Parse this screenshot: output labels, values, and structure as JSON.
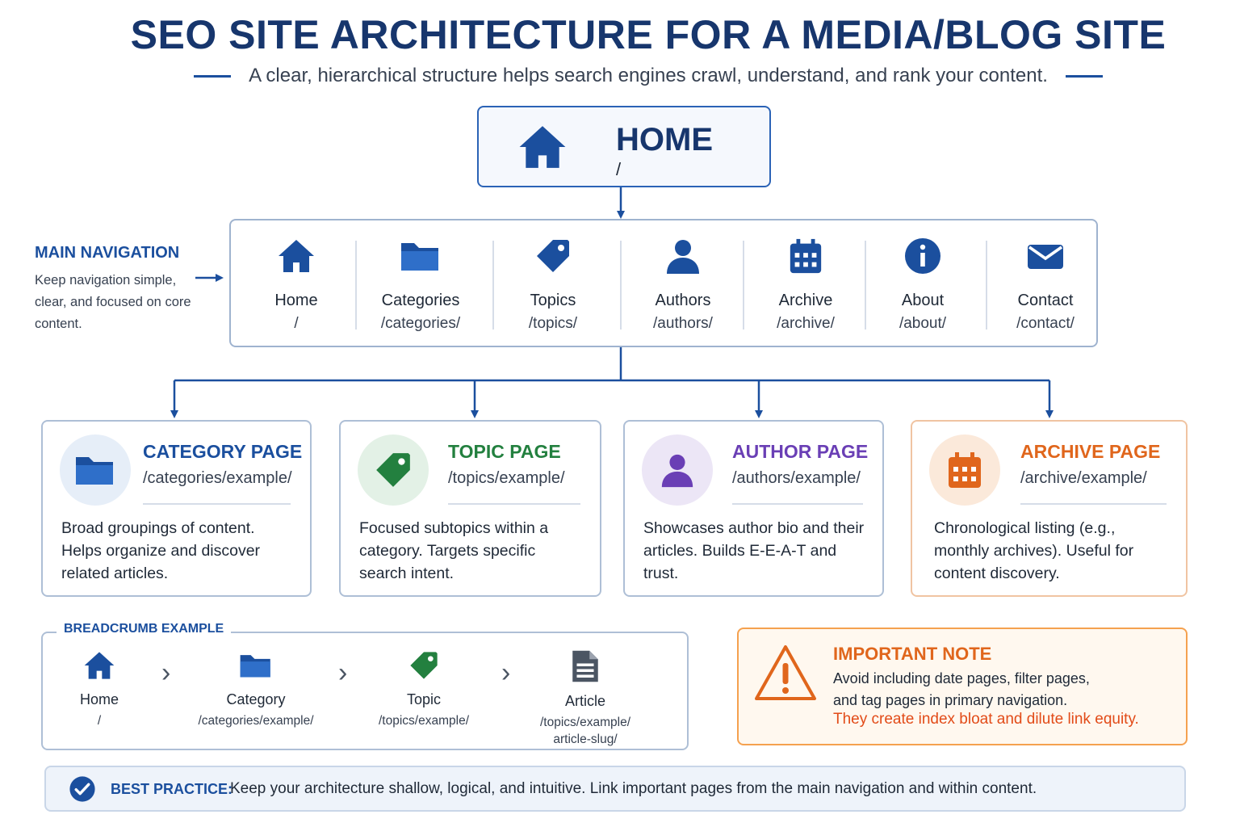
{
  "header": {
    "title": "SEO SITE ARCHITECTURE FOR A MEDIA/BLOG SITE",
    "subtitle": "A clear, hierarchical structure helps search engines crawl, understand, and rank your content."
  },
  "home": {
    "title": "HOME",
    "url": "/"
  },
  "main_navigation": {
    "label": "MAIN NAVIGATION",
    "description": "Keep navigation simple, clear, and focused on core content.",
    "items": [
      {
        "label": "Home",
        "url": "/",
        "icon": "home-icon"
      },
      {
        "label": "Categories",
        "url": "/categories/",
        "icon": "folder-icon"
      },
      {
        "label": "Topics",
        "url": "/topics/",
        "icon": "tag-icon"
      },
      {
        "label": "Authors",
        "url": "/authors/",
        "icon": "user-icon"
      },
      {
        "label": "Archive",
        "url": "/archive/",
        "icon": "calendar-icon"
      },
      {
        "label": "About",
        "url": "/about/",
        "icon": "info-icon"
      },
      {
        "label": "Contact",
        "url": "/contact/",
        "icon": "envelope-icon"
      }
    ]
  },
  "pages": [
    {
      "title": "CATEGORY PAGE",
      "url": "/categories/example/",
      "description": "Broad groupings of content. Helps organize and discover related articles.",
      "color": "#1b4f9e",
      "bg": "#e6eef8",
      "icon": "folder-icon"
    },
    {
      "title": "TOPIC PAGE",
      "url": "/topics/example/",
      "description": "Focused subtopics within a category. Targets specific search intent.",
      "color": "#23803f",
      "bg": "#e3f1e6",
      "icon": "tag-icon"
    },
    {
      "title": "AUTHOR PAGE",
      "url": "/authors/example/",
      "description": "Showcases author bio and their articles. Builds E-E-A-T and trust.",
      "color": "#6a3fb5",
      "bg": "#ece6f6",
      "icon": "user-icon"
    },
    {
      "title": "ARCHIVE PAGE",
      "url": "/archive/example/",
      "description": "Chronological listing (e.g., monthly archives). Useful for content discovery.",
      "color": "#e0661c",
      "bg": "#fbe9da",
      "icon": "calendar-icon"
    }
  ],
  "breadcrumb": {
    "label": "BREADCRUMB EXAMPLE",
    "items": [
      {
        "label": "Home",
        "url": "/",
        "icon": "home-icon"
      },
      {
        "label": "Category",
        "url": "/categories/example/",
        "icon": "folder-icon"
      },
      {
        "label": "Topic",
        "url": "/topics/example/",
        "icon": "tag-icon"
      },
      {
        "label": "Article",
        "url": "/topics/example/ article-slug/",
        "icon": "document-icon"
      }
    ]
  },
  "important_note": {
    "title": "IMPORTANT NOTE",
    "text_line1": "Avoid including date pages, filter pages,",
    "text_line2": "and tag pages in primary navigation.",
    "warning": "They create index bloat and dilute link equity."
  },
  "best_practice": {
    "label": "BEST PRACTICE:",
    "text": "Keep your architecture shallow, logical, and intuitive. Link important pages from the main navigation and within content."
  },
  "colors": {
    "navy": "#17366d",
    "blue": "#1b4f9e",
    "green": "#23803f",
    "purple": "#6a3fb5",
    "orange": "#e0661c"
  }
}
